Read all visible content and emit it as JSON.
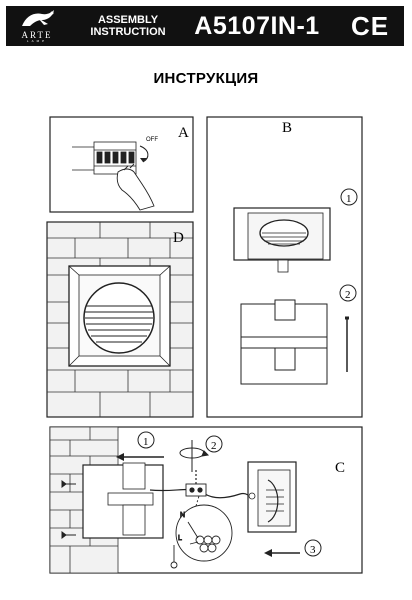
{
  "header": {
    "logo_text": "ARTE",
    "logo_subtext": "LAMP",
    "assembly_line1": "ASSEMBLY",
    "assembly_line2": "INSTRUCTION",
    "model": "A5107IN-1",
    "ce_mark": "CE"
  },
  "page_title": "ИНСТРУКЦИЯ",
  "panels": {
    "a": {
      "label": "A",
      "switch_text": "OFF"
    },
    "b": {
      "label": "B",
      "step1": "1",
      "step2": "2"
    },
    "c": {
      "label": "C",
      "step1": "1",
      "step2": "2",
      "step3": "3",
      "wire_n": "N",
      "wire_l": "L"
    },
    "d": {
      "label": "D"
    }
  },
  "icons": [
    "logo-icon",
    "circuit-breaker-icon",
    "hand-icon",
    "screwdriver-icon",
    "screw-icon",
    "rotate-arrow-icon",
    "connector-block-icon"
  ],
  "colors": {
    "header_bg": "#111111",
    "header_text": "#ffffff",
    "line": "#222222",
    "wall_fill": "#f2f2f2"
  }
}
